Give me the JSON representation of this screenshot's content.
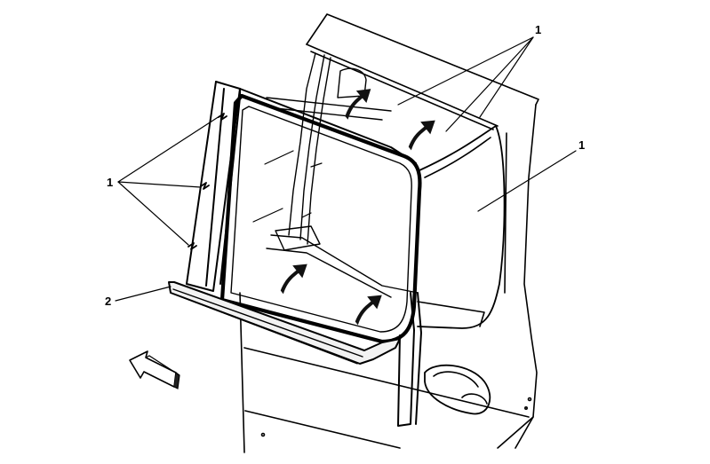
{
  "callouts": {
    "top_right": "1",
    "left": "1",
    "right": "1",
    "seal_strip": "2"
  },
  "colors": {
    "line": "#000000",
    "background": "#ffffff",
    "seal_fill": "#f2f2f2"
  },
  "icons": {
    "direction_arrow": "front-direction-arrow-icon",
    "install_arrows": "install-motion-arrow-icon"
  }
}
